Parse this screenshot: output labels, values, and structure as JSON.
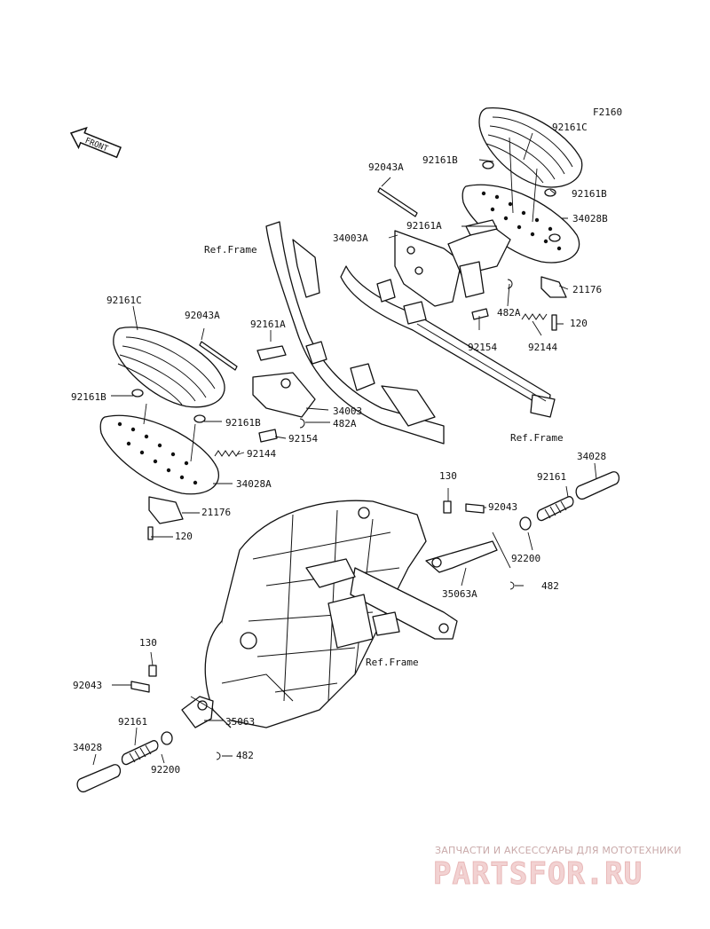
{
  "figure_code": "F2160",
  "front_arrow": "FRONT",
  "labels": {
    "l_92161C_r": "92161C",
    "l_92161B_r1": "92161B",
    "l_92043A_r": "92043A",
    "l_92161B_r2": "92161B",
    "l_34028B": "34028B",
    "l_34003A": "34003A",
    "l_92161A_r": "92161A",
    "l_21176_r": "21176",
    "l_482A_r": "482A",
    "l_120_r": "120",
    "l_92154_r": "92154",
    "l_92144_r": "92144",
    "l_refframe_1": "Ref.Frame",
    "l_refframe_2": "Ref.Frame",
    "l_92161C_l": "92161C",
    "l_92043A_l": "92043A",
    "l_92161A_l": "92161A",
    "l_92161B_l1": "92161B",
    "l_34003": "34003",
    "l_482A_l": "482A",
    "l_92161B_l2": "92161B",
    "l_92154_l": "92154",
    "l_92144_l": "92144",
    "l_34028A": "34028A",
    "l_21176_l": "21176",
    "l_120_l": "120",
    "l_130_r": "130",
    "l_92043_r": "92043",
    "l_92161_r": "92161",
    "l_34028_r": "34028",
    "l_92200_r": "92200",
    "l_35063A": "35063A",
    "l_482_r": "482",
    "l_refframe_3": "Ref.Frame",
    "l_130_l": "130",
    "l_92043_l": "92043",
    "l_92161_l": "92161",
    "l_34028_l": "34028",
    "l_35063": "35063",
    "l_92200_l": "92200",
    "l_482_l": "482"
  },
  "watermark": {
    "tagline": "ЗАПЧАСТИ И АКСЕССУАРЫ ДЛЯ МОТОТЕХНИКИ",
    "brand": "PARTSFOR.RU"
  }
}
